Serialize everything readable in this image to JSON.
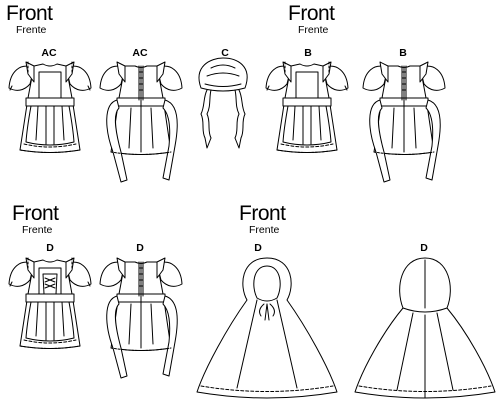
{
  "headings": [
    {
      "title": "Front",
      "subtitle": "Frente"
    },
    {
      "title": "Front",
      "subtitle": "Frente"
    },
    {
      "title": "Front",
      "subtitle": "Frente"
    },
    {
      "title": "Front",
      "subtitle": "Frente"
    }
  ],
  "views": [
    "AC",
    "AC",
    "C",
    "B",
    "B",
    "D",
    "D",
    "D",
    "D"
  ],
  "colors": {
    "line": "#000000",
    "background": "#ffffff"
  }
}
